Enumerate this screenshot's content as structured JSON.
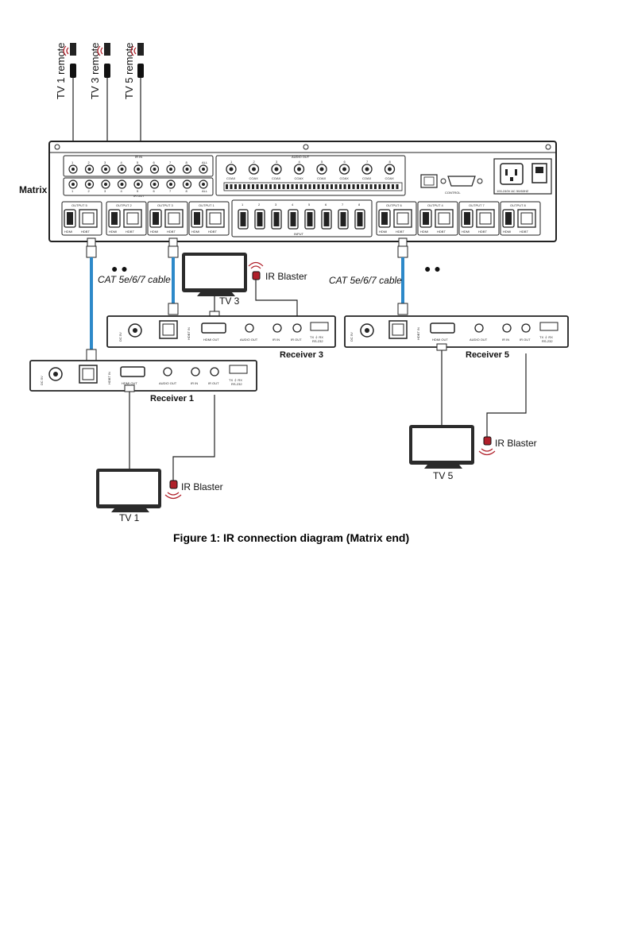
{
  "remotes": [
    "TV 1 remote",
    "TV 3 remote",
    "TV 5 remote"
  ],
  "matrix": {
    "label": "Matrix",
    "ir_in_label": "IR IN",
    "ir_out_label": "IR OUT",
    "audio_out_label": "AUDIO OUT",
    "coax_label": "COAX",
    "port_numbers": [
      "1",
      "2",
      "3",
      "4",
      "5",
      "6",
      "7",
      "8"
    ],
    "all_label": "ALL",
    "input_label": "INPUT",
    "control_label": "CONTROL",
    "hdmi_label": "HDMI",
    "hdbt_label": "HDBT",
    "outputs": [
      "OUTPUT 5",
      "OUTPUT 2",
      "OUTPUT 3",
      "OUTPUT 1",
      "OUTPUT 6",
      "OUTPUT 4",
      "OUTPUT 7",
      "OUTPUT 8"
    ],
    "power_label": "100-240V AC 50/60HZ"
  },
  "cable_label": "CAT 5e/6/7 cable",
  "dots": "● ●",
  "receivers": [
    {
      "name": "Receiver 1",
      "dc": "DC 5V",
      "hdbt_in": "HDBT IN",
      "hdmi_out": "HDMI OUT",
      "audio_out": "AUDIO OUT",
      "ir_in": "IR IN",
      "ir_out": "IR OUT",
      "rs232": "TX ⏚ RX",
      "rs232_sub": "RS-232"
    },
    {
      "name": "Receiver 3",
      "dc": "DC 5V",
      "hdbt_in": "HDBT IN",
      "hdmi_out": "HDMI OUT",
      "audio_out": "AUDIO OUT",
      "ir_in": "IR IN",
      "ir_out": "IR OUT",
      "rs232": "TX ⏚ RX",
      "rs232_sub": "RS-232"
    },
    {
      "name": "Receiver 5",
      "dc": "DC 5V",
      "hdbt_in": "HDBT IN",
      "hdmi_out": "HDMI OUT",
      "audio_out": "AUDIO OUT",
      "ir_in": "IR IN",
      "ir_out": "IR OUT",
      "rs232": "TX ⏚ RX",
      "rs232_sub": "RS-232"
    }
  ],
  "tvs": [
    "TV 1",
    "TV 3",
    "TV 5"
  ],
  "ir_blaster": "IR Blaster",
  "caption": "Figure 1: IR connection diagram (Matrix end)",
  "colors": {
    "cable": "#2d89c9",
    "blaster": "#b0202a",
    "device": "#2b2b2b"
  }
}
